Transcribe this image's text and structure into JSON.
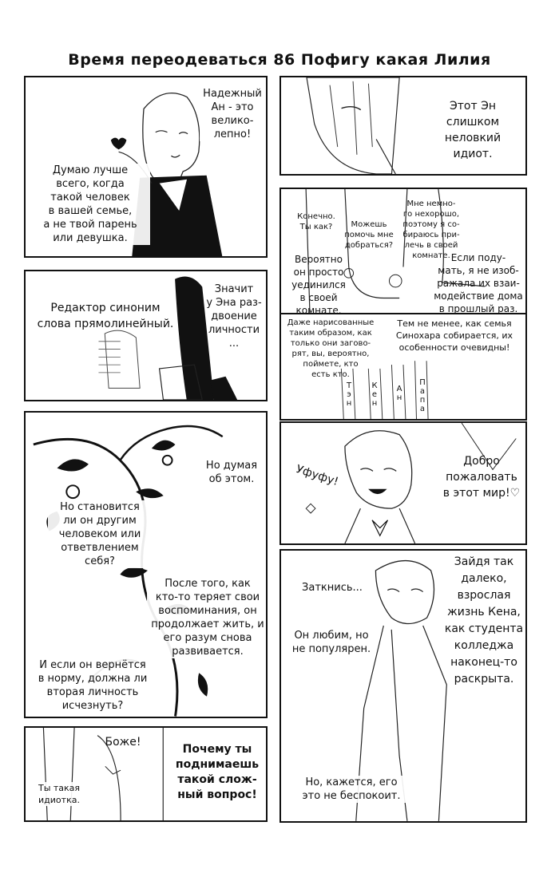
{
  "page": {
    "title": "Время переодеваться 86 Пофигу какая Лилия"
  },
  "panels": {
    "p1": {
      "speech1": "Надежный\nАн - это\nвелико-\nлепно!",
      "speech2": "Думаю лучше\nвсего, когда\nтакой человек\nв вашей семье,\nа не твой парень\nили девушка."
    },
    "p2": {
      "speech1": "Этот Эн\nслишком\nнеловкий\nидиот."
    },
    "p3": {
      "speech1": "Конечно.\nТы как?",
      "speech2": "Можешь\nпомочь мне\nдобраться?",
      "speech3": "Мне немно-\nго нехорошо,\nпоэтому я со-\nбираюсь при-\nлечь в своей\nкомнате.",
      "speech4": "Вероятно\nон просто\nуединился\nв своей\nкомнате.",
      "speech5": "Если поду-\nмать, я не изоб-\nражала их взаи-\nмодействие дома\nв прошлый раз."
    },
    "p4": {
      "speech1": "Редактор синоним\nслова прямолинейный.",
      "speech2": "Значит\nу Эна раз-\nдвоение\nличности\n..."
    },
    "p5": {
      "speech1": "Даже нарисованные\nтаким образом, как\nтолько они загово-\nрят, вы, вероятно,\nпоймете, кто\nесть кто.",
      "speech2": "Тем не менее, как семья\nСинохара собирается, их\nособенности очевидны!",
      "label1": "Т\nэ\nн",
      "label2": "К\nе\nн",
      "label3": "А\nн",
      "label4": "П\nа\nп\nа"
    },
    "p6": {
      "speech1": "Но думая\nоб этом.",
      "speech2": "Но становится\nли он другим\nчеловеком или\nответвлением\nсебя?",
      "speech3": "После того, как\nкто-то теряет свои\nвоспоминания, он\nпродолжает жить, и\nего разум снова\nразвивается.",
      "speech4": "И если он вернётся\nв норму, должна ли\nвторая личность\nисчезнуть?"
    },
    "p7": {
      "sfx": "Уфуфу!",
      "speech1": "Добро\nпожаловать\nв этот мир!♡"
    },
    "p8": {
      "speech1": "Заткнись...",
      "speech2": "Зайдя так\nдалеко,\nвзрослая\nжизнь Кена,\nкак студента\nколледжа\nнаконец-то\nраскрыта.",
      "speech3": "Он любим, но\nне популярен.",
      "speech4": "Но, кажется, его\nэто не беспокоит."
    },
    "p9": {
      "speech1": "Боже!",
      "speech2": "Ты такая\nидиотка.",
      "speech3": "Почему ты\nподнимаешь\nтакой слож-\nный вопрос!"
    }
  }
}
